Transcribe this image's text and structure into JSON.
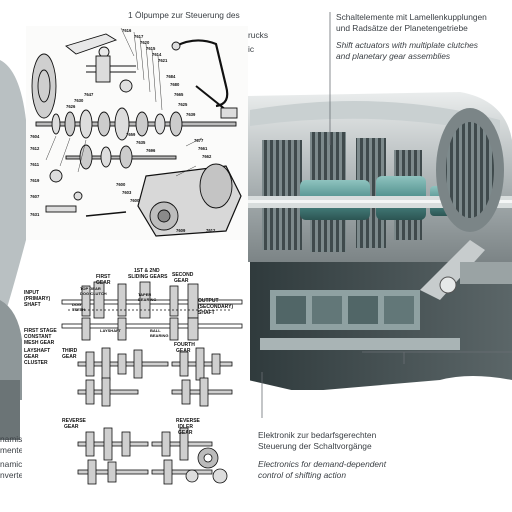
{
  "annotations": {
    "top_left_line1": "1  Ölpumpe zur Steuerung des",
    "top_left_line2": "rucks",
    "top_left_line3": "ic",
    "top_right_de1": "Schaltelemente mit Lamellenkupplungen",
    "top_right_de2": "und Radsätze der Planetengetriebe",
    "top_right_en1": "Shift actuators with multiplate clutches",
    "top_right_en2": "and planetary gear assemblies",
    "bottom_right_de1": "Elektronik zur bedarfsgerechten",
    "bottom_right_de2": "Steuerung der Schaltvorgänge",
    "bottom_right_en1": "Electronics for demand-dependent",
    "bottom_right_en2": "control of shifting action",
    "left_edge1": "namis",
    "left_edge2": "mente",
    "left_edge3": "namic",
    "left_edge4": "nverte"
  },
  "gearbox_diagram": {
    "labels": {
      "input_shaft": "INPUT\n(PRIMARY)\nSHAFT",
      "first_gear": "FIRST\nGEAR",
      "top_gear_clutch": "TOP GEAR\nDOG CLUTCH",
      "first_second_sliding": "1ST & 2ND\nSLIDING GEARS",
      "second_gear": "SECOND\nGEAR",
      "dog_teeth": "DOG\nTEETH",
      "taper_bearing": "TAPER\nBEARING",
      "output_shaft": "OUTPUT\n(SECONDARY)\nSHAFT",
      "first_stage": "FIRST STAGE\nCONSTANT\nMESH GEAR",
      "layshaft": "LAYSHAFT",
      "ball_bearing": "BALL\nBEARING",
      "layshaft_gear_cluster": "LAYSHAFT\nGEAR\nCLUSTER",
      "third_gear": "THIRD\nGEAR",
      "fourth_gear": "FOURTH\nGEAR",
      "reverse_gear": "REVERSE\nGEAR",
      "reverse_idler": "REVERSE\nIDLER\nGEAR"
    }
  },
  "colors": {
    "photo_teal": "#4f8f8c",
    "photo_dark": "#2f3a3c",
    "annotation_text": "#3a3f44",
    "leader_line": "#6a6f74"
  }
}
